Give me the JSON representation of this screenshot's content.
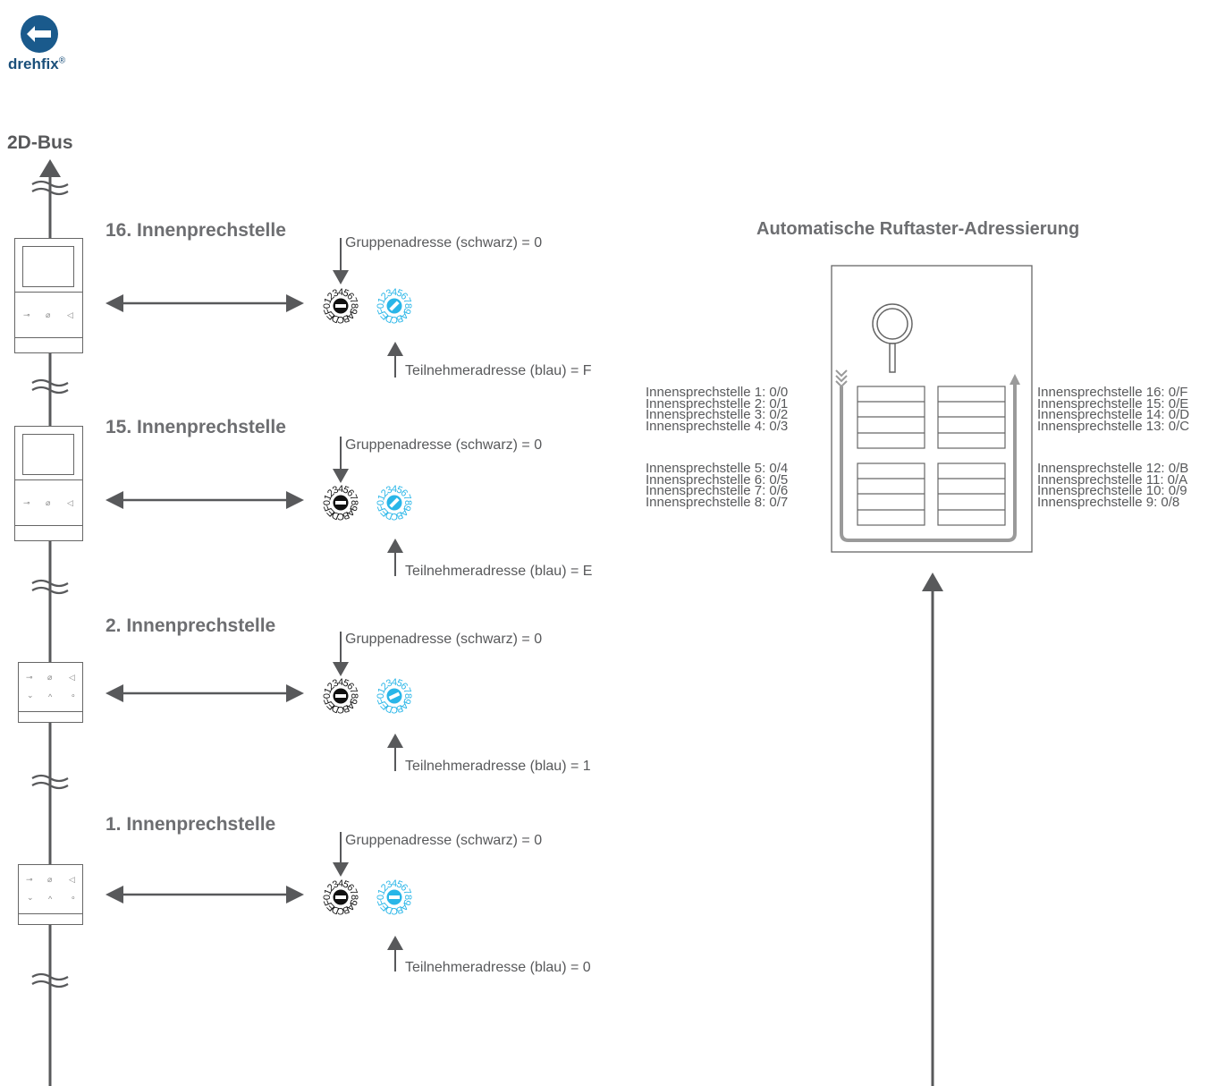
{
  "logo": {
    "brand": "drehfix",
    "registered": "®"
  },
  "bus_label": "2D-Bus",
  "stations": [
    {
      "title": "16. Innenprechstelle",
      "group_label": "Gruppenadresse (schwarz) = 0",
      "participant_label": "Teilnehmeradresse (blau) = F",
      "device": "screen"
    },
    {
      "title": "15. Innenprechstelle",
      "group_label": "Gruppenadresse (schwarz) = 0",
      "participant_label": "Teilnehmeradresse (blau) = E",
      "device": "screen"
    },
    {
      "title": "2. Innenprechstelle",
      "group_label": "Gruppenadresse (schwarz) = 0",
      "participant_label": "Teilnehmeradresse (blau) = 1",
      "device": "audio"
    },
    {
      "title": "1. Innenprechstelle",
      "group_label": "Gruppenadresse (schwarz) = 0",
      "participant_label": "Teilnehmeradresse (blau) = 0",
      "device": "audio"
    }
  ],
  "dial_digits": "0123456789ABCDEF",
  "auto": {
    "title": "Automatische Ruftaster-Adressierung",
    "left_list_top": [
      "Innensprechstelle 1: 0/0",
      "Innensprechstelle 2: 0/1",
      "Innensprechstelle 3: 0/2",
      "Innensprechstelle 4: 0/3"
    ],
    "left_list_bottom": [
      "Innensprechstelle 5: 0/4",
      "Innensprechstelle 6: 0/5",
      "Innensprechstelle 7: 0/6",
      "Innensprechstelle 8: 0/7"
    ],
    "right_list_top": [
      "Innensprechstelle 16: 0/F",
      "Innensprechstelle 15: 0/E",
      "Innensprechstelle 14: 0/D",
      "Innensprechstelle 13: 0/C"
    ],
    "right_list_bottom": [
      "Innensprechstelle 12: 0/B",
      "Innensprechstelle 11: 0/A",
      "Innensprechstelle 10: 0/9",
      "Innensprechstelle 9: 0/8"
    ]
  },
  "colors": {
    "line": "#58595b",
    "brand_blue": "#1a5a8c",
    "dial_blue": "#29b6e8",
    "dial_black": "#111111",
    "panel": "#9a9a9a"
  },
  "icons": [
    "back-arrow-icon",
    "key-icon",
    "mute-icon",
    "speaker-icon",
    "chevron-down-icon",
    "chevron-up-icon",
    "dot-icon"
  ]
}
